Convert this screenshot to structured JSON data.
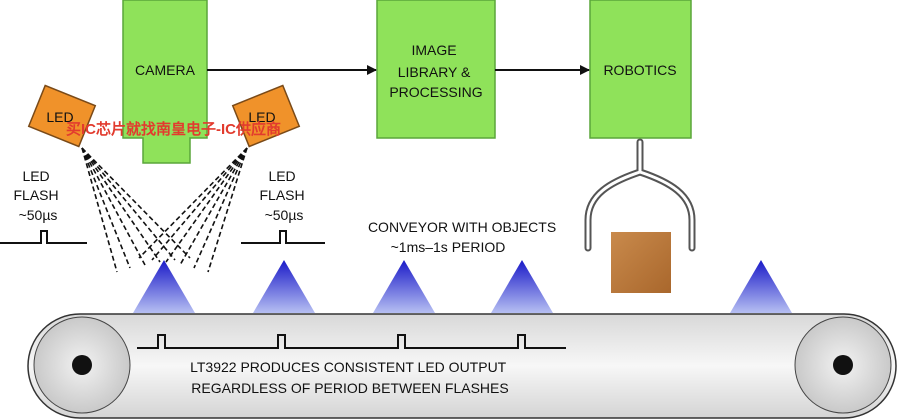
{
  "diagram": {
    "camera_label": "CAMERA",
    "image_processing_lines": [
      "IMAGE",
      "LIBRARY &",
      "PROCESSING"
    ],
    "robotics_label": "ROBOTICS",
    "led_label": "LED",
    "led_flash_lines": [
      "LED",
      "FLASH",
      "~50µs"
    ],
    "conveyor_lines": [
      "CONVEYOR WITH OBJECTS",
      "~1ms–1s PERIOD"
    ],
    "lt3922_lines": [
      "LT3922 PRODUCES CONSISTENT LED OUTPUT",
      "REGARDLESS OF PERIOD BETWEEN FLASHES"
    ],
    "watermark": "买IC芯片就找南皇电子-IC供应商"
  },
  "colors": {
    "box_green": "#8fe25a",
    "box_green_stroke": "#5aa63a",
    "led_orange": "#f0922a",
    "object_brown": "#b8753a",
    "triangle_blue": "#3535d6",
    "watermark_red": "#e23b2e"
  }
}
